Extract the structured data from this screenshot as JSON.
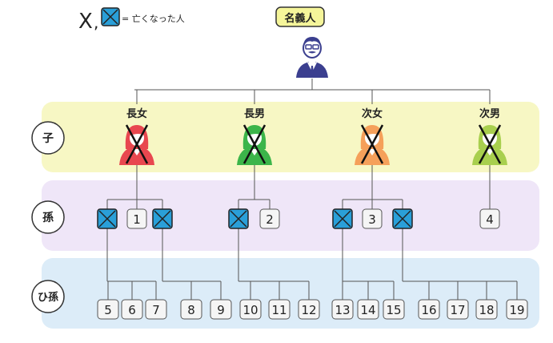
{
  "legend": {
    "cross_symbol": "X",
    "separator": ",",
    "equals_text": "= 亡くなった人"
  },
  "root": {
    "label": "名義人"
  },
  "generations": {
    "children_label": "子",
    "grandchildren_label": "孫",
    "great_grandchildren_label": "ひ孫"
  },
  "children": [
    {
      "label": "長女",
      "deceased": true,
      "color": "#e8474f"
    },
    {
      "label": "長男",
      "deceased": true,
      "color": "#3cb54a"
    },
    {
      "label": "次女",
      "deceased": true,
      "color": "#f5a05a"
    },
    {
      "label": "次男",
      "deceased": true,
      "color": "#a8cf4e"
    }
  ],
  "grandchildren_numbers": [
    "1",
    "2",
    "3",
    "4"
  ],
  "great_grandchildren_numbers": [
    "5",
    "6",
    "7",
    "8",
    "9",
    "10",
    "11",
    "12",
    "13",
    "14",
    "15",
    "16",
    "17",
    "18",
    "19"
  ],
  "colors": {
    "band_children": "#f7f7c4",
    "band_grandchildren": "#efe6f8",
    "band_great_grandchildren": "#dcecf8",
    "root_label_bg": "#f5f59a",
    "deceased_box": "#2a9fd8",
    "person_root": "#3b3f8f"
  }
}
